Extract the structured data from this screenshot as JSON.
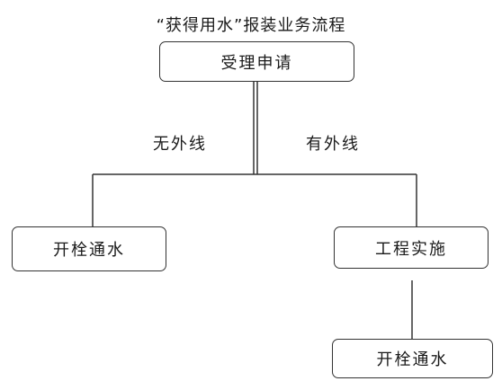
{
  "diagram": {
    "title": "“获得用水”报装业务流程",
    "nodes": {
      "accept": "受理申请",
      "open_water_left": "开栓通水",
      "project": "工程实施",
      "open_water_right": "开栓通水"
    },
    "branches": {
      "no_external_line": "无外线",
      "has_external_line": "有外线"
    }
  }
}
